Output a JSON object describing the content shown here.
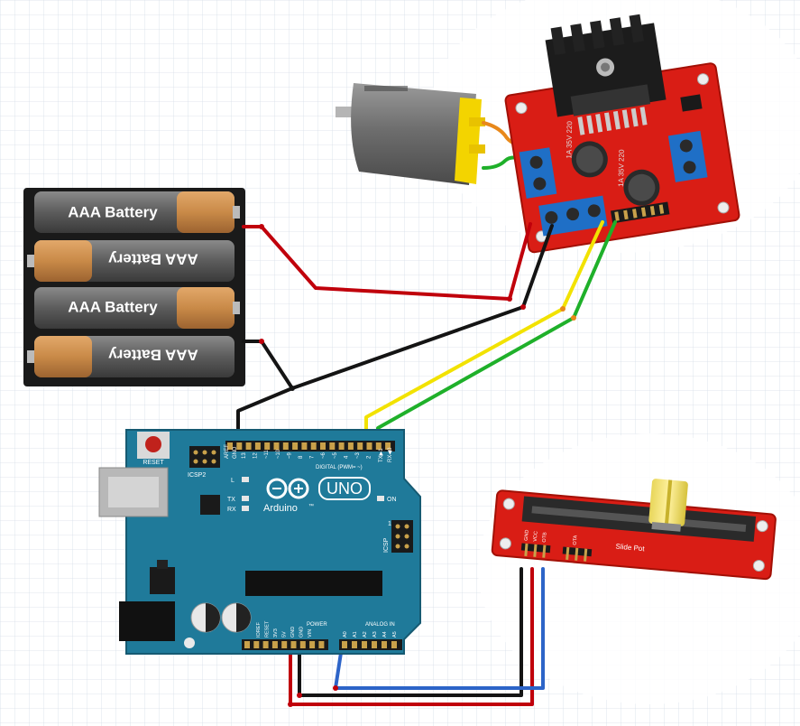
{
  "battery_pack": {
    "cells": [
      {
        "label": "AAA Battery",
        "orientation": "normal"
      },
      {
        "label": "AAA Battery",
        "orientation": "flipped"
      },
      {
        "label": "AAA Battery",
        "orientation": "normal"
      },
      {
        "label": "AAA Battery",
        "orientation": "flipped"
      }
    ]
  },
  "arduino": {
    "brand": "UNO",
    "name": "Arduino",
    "trademark": "™",
    "reset_label": "RESET",
    "icsp2_label": "ICSP2",
    "icsp_label": "ICSP",
    "led_l": "L",
    "led_tx": "TX",
    "led_rx": "RX",
    "led_on": "ON",
    "digital_label": "DIGITAL (PWM= ~)",
    "power_label": "POWER",
    "analog_label": "ANALOG IN",
    "aref": "AREF",
    "gnd": "GND",
    "txd": "TX▶1",
    "rxd": "RX◀0",
    "digital_pins": [
      "13",
      "12",
      "~11",
      "~10",
      "~9",
      "8",
      "7",
      "~6",
      "~5",
      "4",
      "~3",
      "2"
    ],
    "power_pins": [
      "IOREF",
      "RESET",
      "3V3",
      "5V",
      "GND",
      "GND",
      "VIN"
    ],
    "analog_pins": [
      "A0",
      "A1",
      "A2",
      "A3",
      "A4",
      "A5"
    ],
    "one": "1"
  },
  "driver": {
    "cap1": "1A 35V 220",
    "cap2": "1A 35V 220"
  },
  "slide_pot": {
    "label": "Slide Pot",
    "pins": [
      "GND",
      "VCC",
      "OTB",
      "OTA"
    ]
  },
  "wire_colors": {
    "red": "#c0000b",
    "black": "#141414",
    "yellow": "#f2e200",
    "green": "#1fb02a",
    "blue": "#2c64c8",
    "orange": "#e8881a"
  }
}
